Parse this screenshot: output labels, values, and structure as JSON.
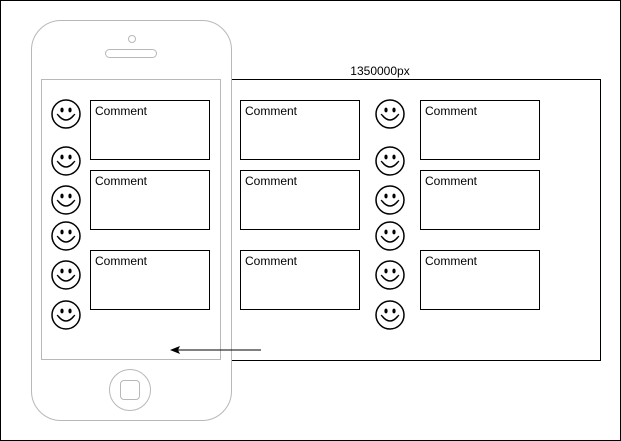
{
  "diagram": {
    "width_label": "1350000px",
    "comment_label": "Comment",
    "columns": [
      {
        "comments": [
          "Comment",
          "Comment",
          "Comment"
        ],
        "has_smileys": true
      },
      {
        "comments": [
          "Comment",
          "Comment",
          "Comment"
        ],
        "has_smileys": false
      },
      {
        "comments": [
          "Comment",
          "Comment",
          "Comment"
        ],
        "has_smileys": true
      }
    ],
    "icons": {
      "avatar": "smiley-face-icon",
      "scroll_direction": "arrow-left-icon"
    }
  }
}
